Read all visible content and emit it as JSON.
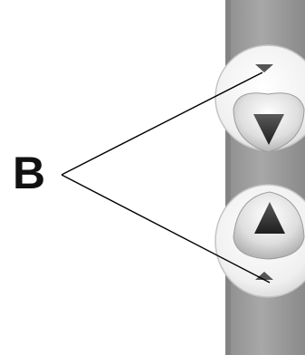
{
  "callout": {
    "label": "B",
    "targets": [
      "up-arrow-indicator",
      "down-arrow-indicator"
    ]
  },
  "colors": {
    "panel": "#9a9a9a",
    "panel_shadow": "#7c7c7c",
    "bezel": "#f2f2f2",
    "bezel_edge": "#c8c8c8",
    "button_face": "#d8d8d8",
    "triangle": "#3a3a3a",
    "leader_line": "#000000",
    "label": "#111111"
  },
  "icons": [
    "up-arrow-button-icon",
    "down-arrow-button-icon",
    "up-arrow-indicator-icon",
    "down-arrow-indicator-icon"
  ]
}
